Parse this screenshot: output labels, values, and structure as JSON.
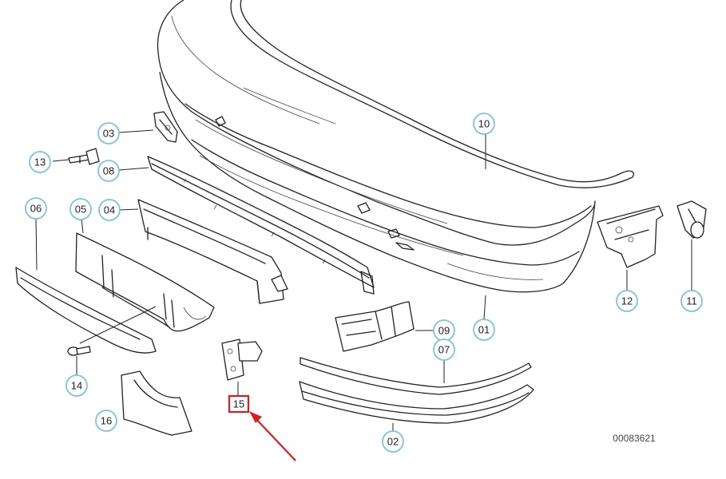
{
  "diagram": {
    "id_text": "00083621",
    "highlight_color": "#d62020",
    "callout_color": "#7ec3e0",
    "highlighted_label": "15"
  },
  "callouts": [
    {
      "label": "01"
    },
    {
      "label": "02"
    },
    {
      "label": "03"
    },
    {
      "label": "04"
    },
    {
      "label": "05"
    },
    {
      "label": "06"
    },
    {
      "label": "07"
    },
    {
      "label": "08"
    },
    {
      "label": "09"
    },
    {
      "label": "10"
    },
    {
      "label": "11"
    },
    {
      "label": "12"
    },
    {
      "label": "13"
    },
    {
      "label": "14"
    },
    {
      "label": "15"
    },
    {
      "label": "16"
    }
  ]
}
